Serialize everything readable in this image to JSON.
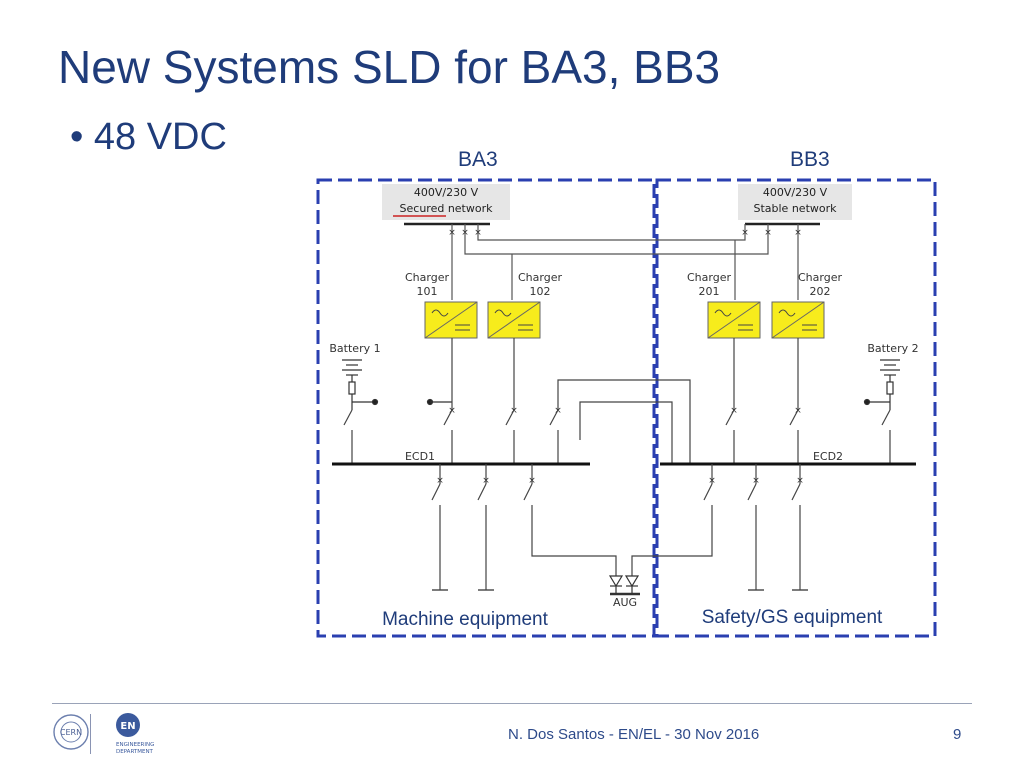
{
  "slide": {
    "title": "New Systems SLD for BA3, BB3",
    "bullet": "48 VDC",
    "footer": "N. Dos Santos - EN/EL - 30 Nov 2016",
    "page_number": "9"
  },
  "zones": {
    "left": {
      "label": "BA3",
      "equipment": "Machine equipment"
    },
    "right": {
      "label": "BB3",
      "equipment": "Safety/GS equipment"
    }
  },
  "networks": {
    "left": {
      "voltage": "400V/230 V",
      "name": "Secured network"
    },
    "right": {
      "voltage": "400V/230 V",
      "name": "Stable network"
    }
  },
  "chargers": [
    {
      "line1": "Charger",
      "line2": "101"
    },
    {
      "line1": "Charger",
      "line2": "102"
    },
    {
      "line1": "Charger",
      "line2": "201"
    },
    {
      "line1": "Charger",
      "line2": "202"
    }
  ],
  "batteries": [
    "Battery 1",
    "Battery 2"
  ],
  "busbars": [
    "ECD1",
    "ECD2"
  ],
  "aug_label": "AUG",
  "logos": {
    "cern": "CERN",
    "en": "EN",
    "en_sub1": "ENGINEERING",
    "en_sub2": "DEPARTMENT"
  },
  "colors": {
    "title": "#1f3c7a",
    "zone_border": "#2a3fb0",
    "charger_fill": "#f7ec1c"
  }
}
